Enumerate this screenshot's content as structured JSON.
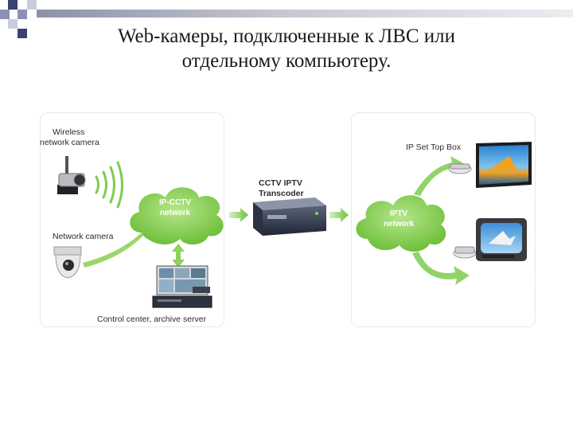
{
  "slide": {
    "title_line1": "Web-камеры, подключенные к ЛВС или",
    "title_line2": "отдельному компьютеру."
  },
  "diagram": {
    "wireless_camera_line1": "Wireless",
    "wireless_camera_line2": "network camera",
    "network_camera": "Network camera",
    "ipcctv_line1": "IP-CCTV",
    "ipcctv_line2": "network",
    "transcoder_line1": "CCTV IPTV",
    "transcoder_line2": "Transcoder",
    "control_center": "Control center, archive server",
    "iptv_line1": "IPTV",
    "iptv_line2": "network",
    "set_top_box": "IP Set Top Box"
  },
  "colors": {
    "cloud_green": "#8fd25a",
    "arrow_green": "#7ccc4f",
    "deco_dark": "#3b4270",
    "deco_mid": "#8c90b5",
    "deco_light": "#c9cbe0"
  }
}
